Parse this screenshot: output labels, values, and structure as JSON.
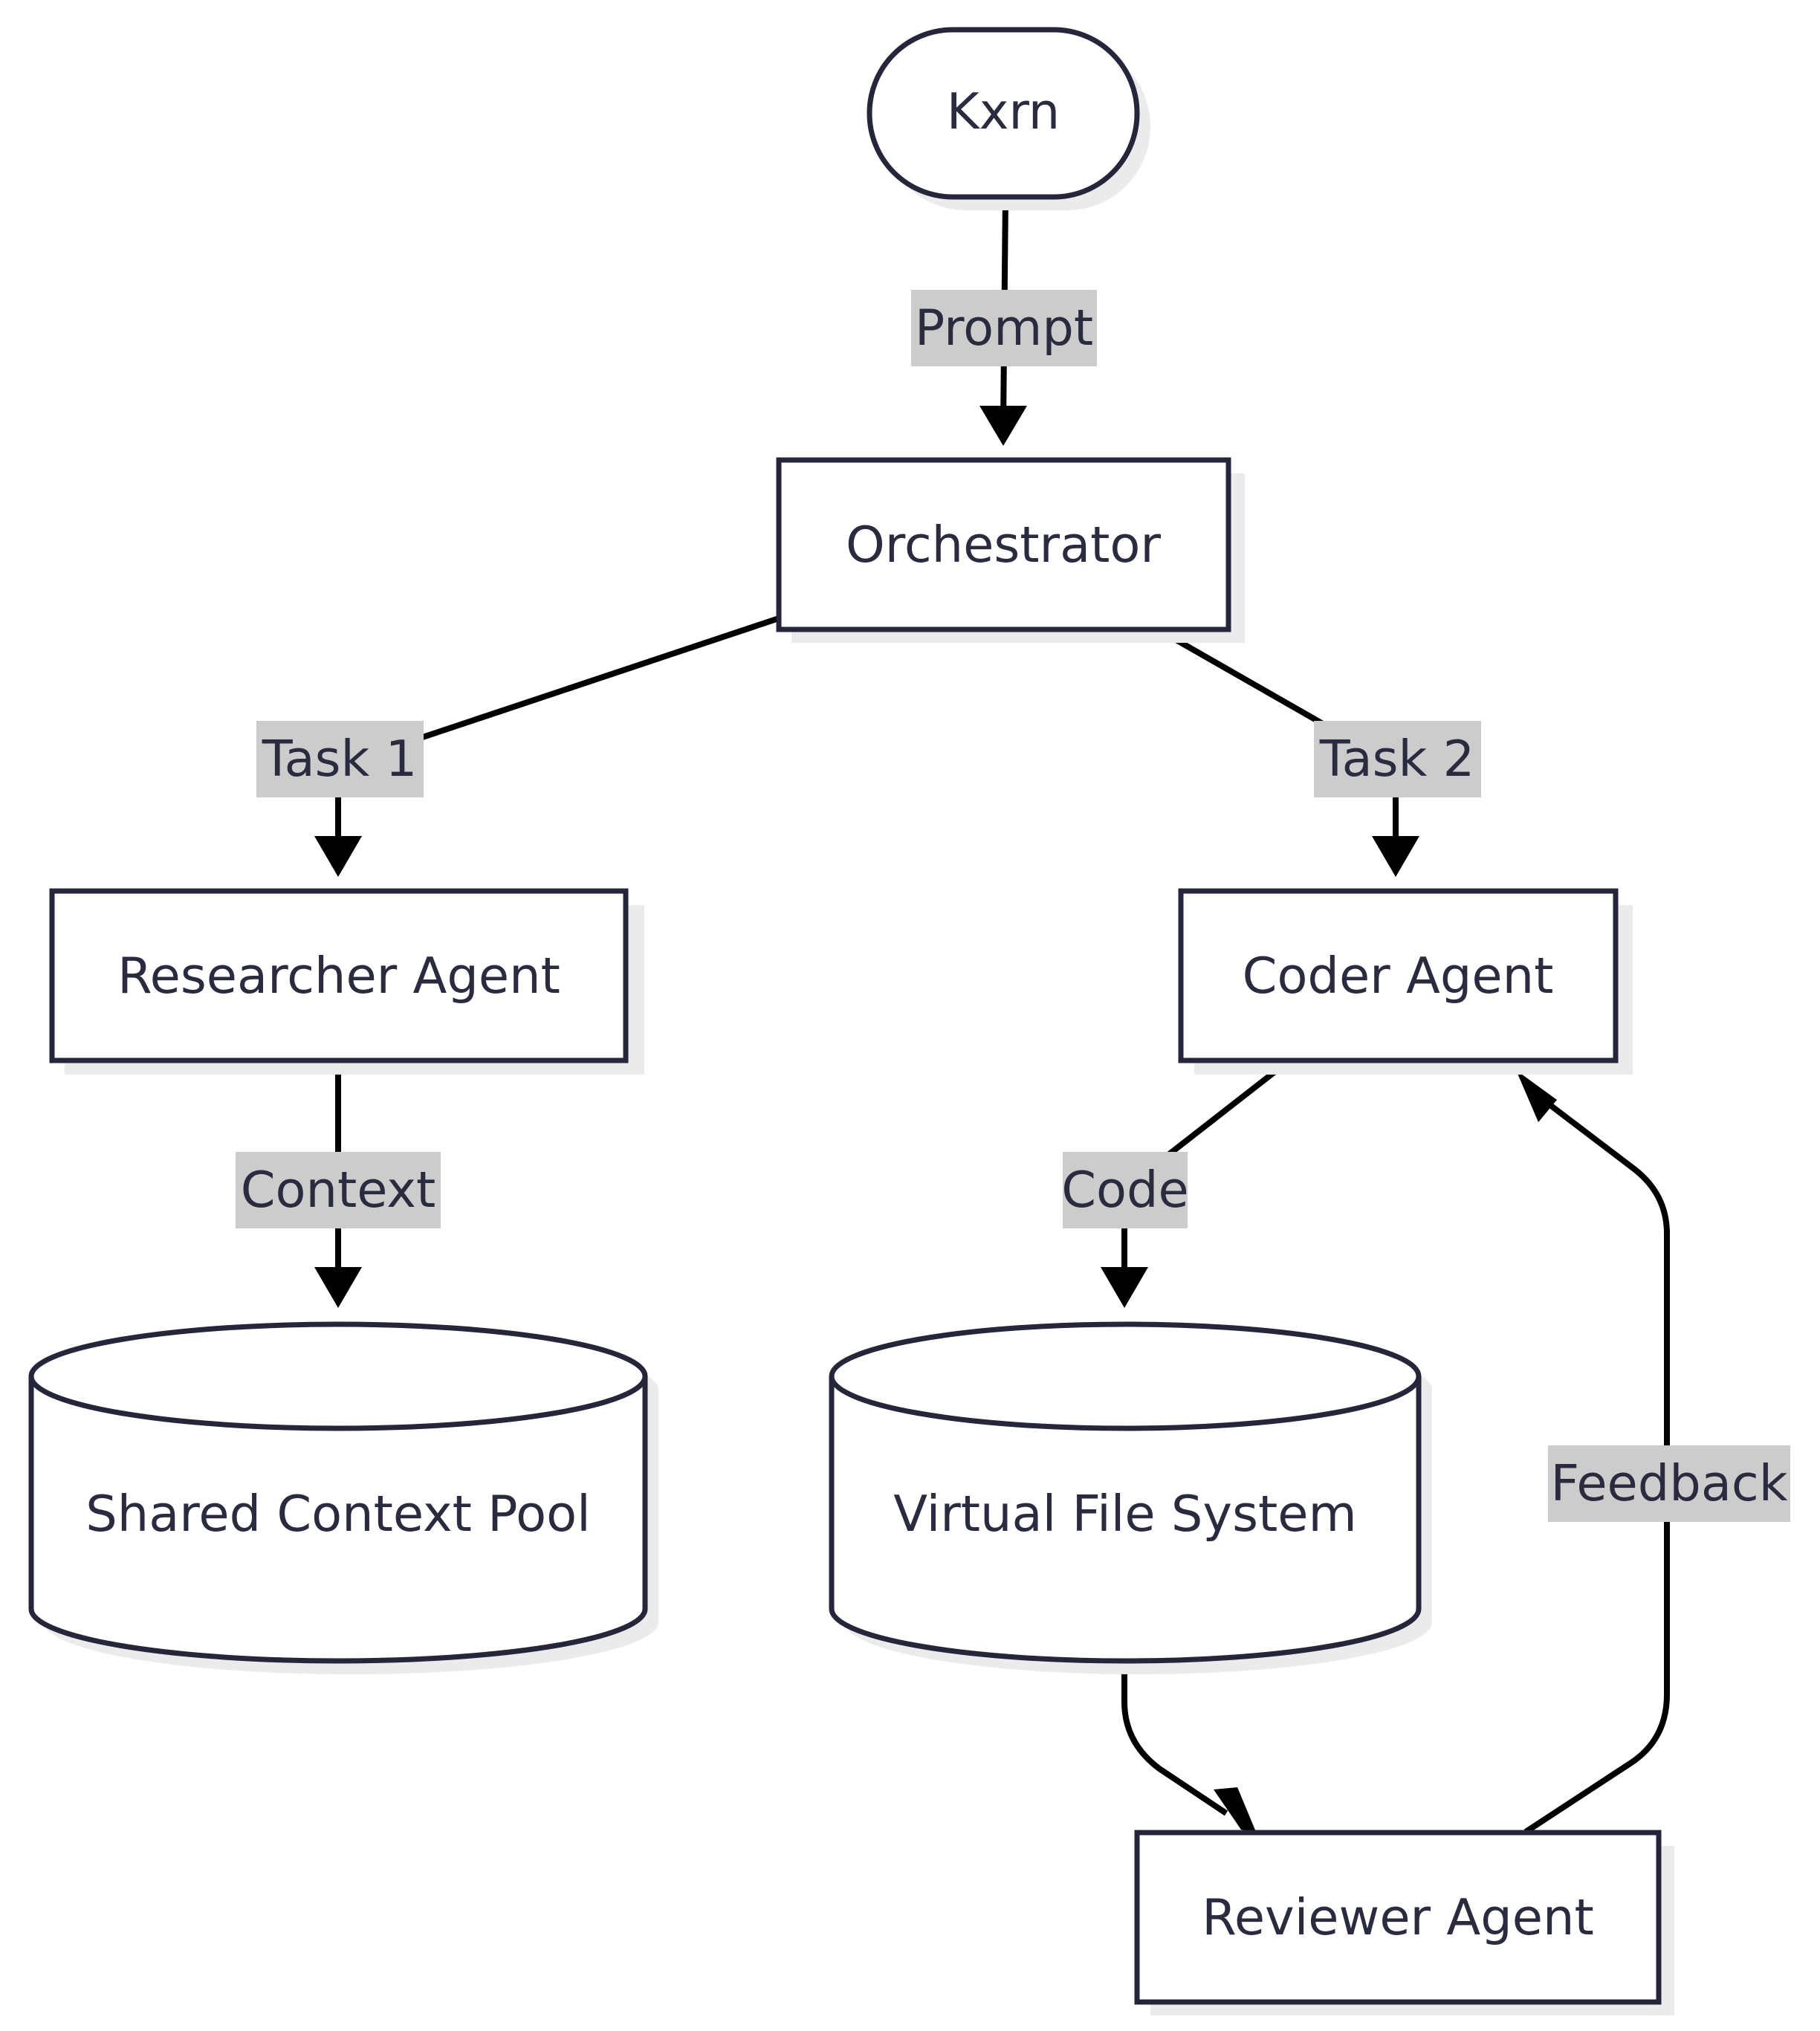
{
  "nodes": {
    "kxrn": "Kxrn",
    "orchestrator": "Orchestrator",
    "researcher": "Researcher Agent",
    "coder": "Coder Agent",
    "shared_pool": "Shared Context Pool",
    "vfs": "Virtual File System",
    "reviewer": "Reviewer Agent"
  },
  "edges": {
    "prompt": "Prompt",
    "task1": "Task 1",
    "task2": "Task 2",
    "context": "Context",
    "code": "Code",
    "feedback": "Feedback"
  }
}
